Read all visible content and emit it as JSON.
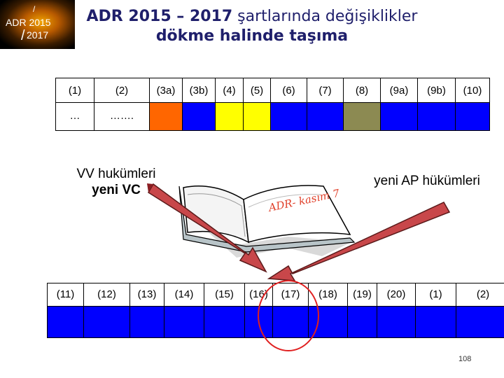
{
  "logo": {
    "line1": "ADR 2015",
    "line2": "2017"
  },
  "title": {
    "prefix": "ADR 2015 – 2017",
    "suffix": " şartlarında değişiklikler",
    "line2": "dökme halinde taşıma"
  },
  "top_row": {
    "labels": [
      "(1)",
      "(2)",
      "(3a)",
      "(3b)",
      "(4)",
      "(5)",
      "(6)",
      "(7)",
      "(8)",
      "(9a)",
      "(9b)",
      "(10)"
    ],
    "values": [
      "…",
      "……."
    ],
    "colors": [
      "#ffffff",
      "#ffffff",
      "#ff6600",
      "#0000ff",
      "#ffff00",
      "#ffff00",
      "#0000ff",
      "#0000ff",
      "#8c8a52",
      "#0000ff",
      "#0000ff",
      "#0000ff"
    ]
  },
  "left_note": {
    "line1": "VV hukümleri",
    "line2": "yeni VC"
  },
  "right_note": {
    "text": "yeni AP hükümleri"
  },
  "book": {
    "text": "ADR- kasım 7"
  },
  "bottom_row": {
    "labels": [
      "(11)",
      "(12)",
      "(13)",
      "(14)",
      "(15)",
      "(16)",
      "(17)",
      "(18)",
      "(19)",
      "(20)",
      "(1)",
      "(2)"
    ],
    "fill_color": "#0000ff"
  },
  "page_number": "108"
}
